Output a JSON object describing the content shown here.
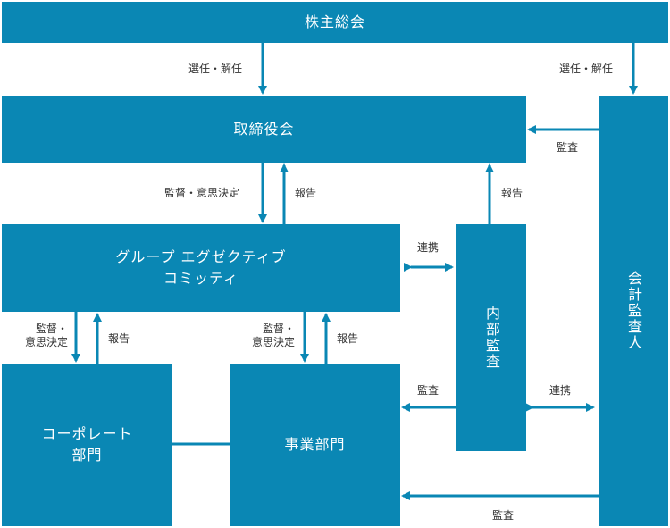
{
  "boxes": {
    "shareholders": "株主総会",
    "board": "取締役会",
    "executive": "グループ エグゼクティブ\nコミッティ",
    "corporate": "コーポレート\n部門",
    "business": "事業部門",
    "internal_audit": "内部監査",
    "accounting_auditor": "会計監査人"
  },
  "labels": {
    "elect_left": "選任・解任",
    "elect_right": "選任・解任",
    "audit_board": "監査",
    "supervise_exec": "監督・意思決定",
    "report_board": "報告",
    "report_internal": "報告",
    "liaison_exec": "連携",
    "supervise_corp": "監督・\n意思決定",
    "report_corp": "報告",
    "supervise_biz": "監督・\n意思決定",
    "report_biz": "報告",
    "audit_internal": "監査",
    "liaison_auditor": "連携",
    "audit_biz_bottom": "監査"
  },
  "colors": {
    "box": "#0a87b4",
    "arrow": "#0a87b4",
    "text": "#333333"
  }
}
